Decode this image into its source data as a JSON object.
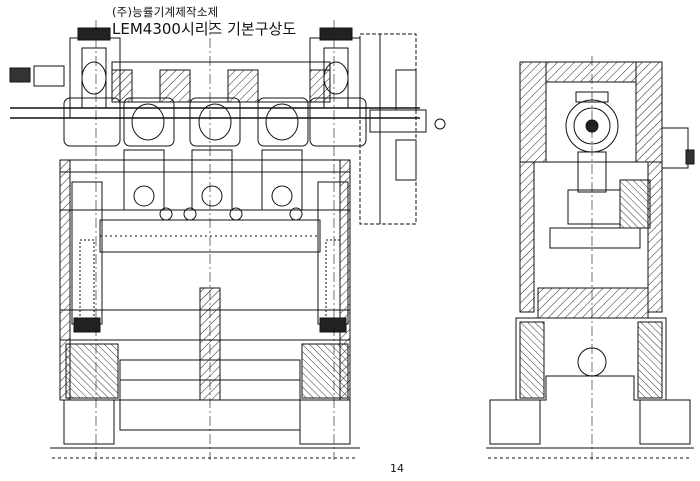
{
  "header": {
    "company": "(주)능률기계제작소제",
    "title": "LEM4300시리즈 기본구상도"
  },
  "footer": {
    "page_number": "14"
  }
}
